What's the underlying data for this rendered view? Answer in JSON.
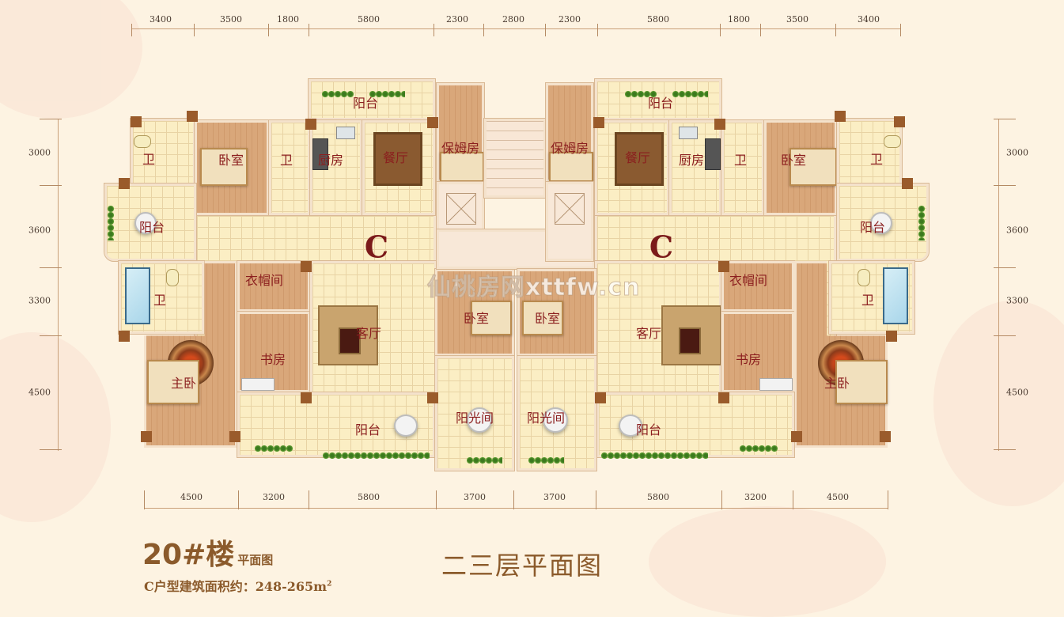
{
  "header": {
    "top_dimensions": [
      "3400",
      "3500",
      "1800",
      "5800",
      "2300",
      "2800",
      "2300",
      "5800",
      "1800",
      "3500",
      "3400"
    ]
  },
  "footer_dimensions": [
    "4500",
    "3200",
    "5800",
    "3700",
    "3700",
    "5800",
    "3200",
    "4500"
  ],
  "left_dimensions": [
    "3000",
    "3600",
    "3300",
    "4500"
  ],
  "right_dimensions": [
    "3000",
    "3600",
    "3300",
    "4500"
  ],
  "units": {
    "left": {
      "type_letter": "C",
      "rooms": {
        "balcony_top": "阳台",
        "bath_1": "卫",
        "bedroom": "卧室",
        "bath_2": "卫",
        "kitchen": "厨房",
        "dining": "餐厅",
        "nanny_room": "保姆房",
        "balcony_side": "阳台",
        "bath_master": "卫",
        "cloakroom": "衣帽间",
        "living_room": "客厅",
        "study": "书房",
        "master_bedroom": "主卧",
        "balcony_bottom": "阳台",
        "bedroom_center": "卧室",
        "sunroom": "阳光间"
      }
    },
    "right": {
      "type_letter": "C",
      "rooms": {
        "balcony_top": "阳台",
        "bath_1": "卫",
        "bedroom": "卧室",
        "bath_2": "卫",
        "kitchen": "厨房",
        "dining": "餐厅",
        "nanny_room": "保姆房",
        "balcony_side": "阳台",
        "bath_master": "卫",
        "cloakroom": "衣帽间",
        "living_room": "客厅",
        "study": "书房",
        "master_bedroom": "主卧",
        "balcony_bottom": "阳台",
        "bedroom_center": "卧室",
        "sunroom": "阳光间"
      }
    }
  },
  "watermark": "仙桃房网xttfw.cn",
  "title": {
    "building": "20#楼",
    "building_suffix": "平面图",
    "area_label": "C户型建筑面积约：248-265m",
    "area_unit_sup": "2",
    "floor_title": "二三层平面图"
  },
  "colors": {
    "background": "#fdf3e2",
    "label_red": "#8b1e1e",
    "title_brown": "#8b5a2b",
    "pillar": "#9a5b2b",
    "tile": "#fbeec4",
    "wood": "#d9a77a"
  }
}
